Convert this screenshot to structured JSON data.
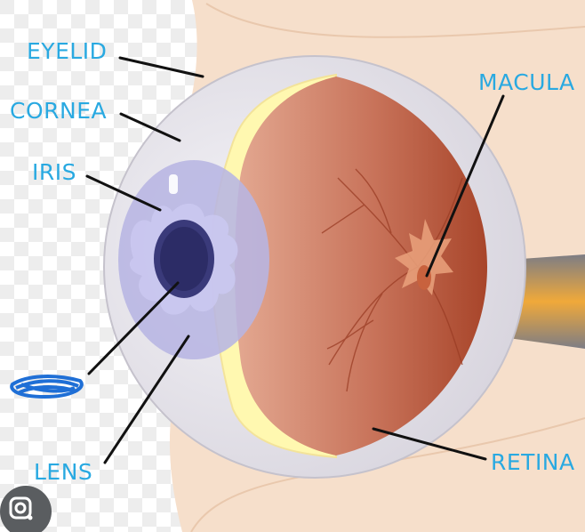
{
  "labels": {
    "eyelid": "EYELID",
    "cornea": "CORNEA",
    "iris": "IRIS",
    "lens": "LENS",
    "macula": "MACULA",
    "retina": "RETINA"
  },
  "colors": {
    "label_text": "#29a9e1",
    "leader_line": "#111111",
    "skin": "#f6dfcb",
    "sclera": "#e4e1e9",
    "retina_light": "#d99a80",
    "retina_dark": "#a8452a",
    "vitreous_edge": "#fff8b0",
    "iris": "#b7b5e2",
    "pupil": "#2c2c66",
    "blue_scribble": "#1f6fd6",
    "optic_nerve": "#f0a93a"
  },
  "icons": {
    "lens_search": "google-lens-icon"
  }
}
